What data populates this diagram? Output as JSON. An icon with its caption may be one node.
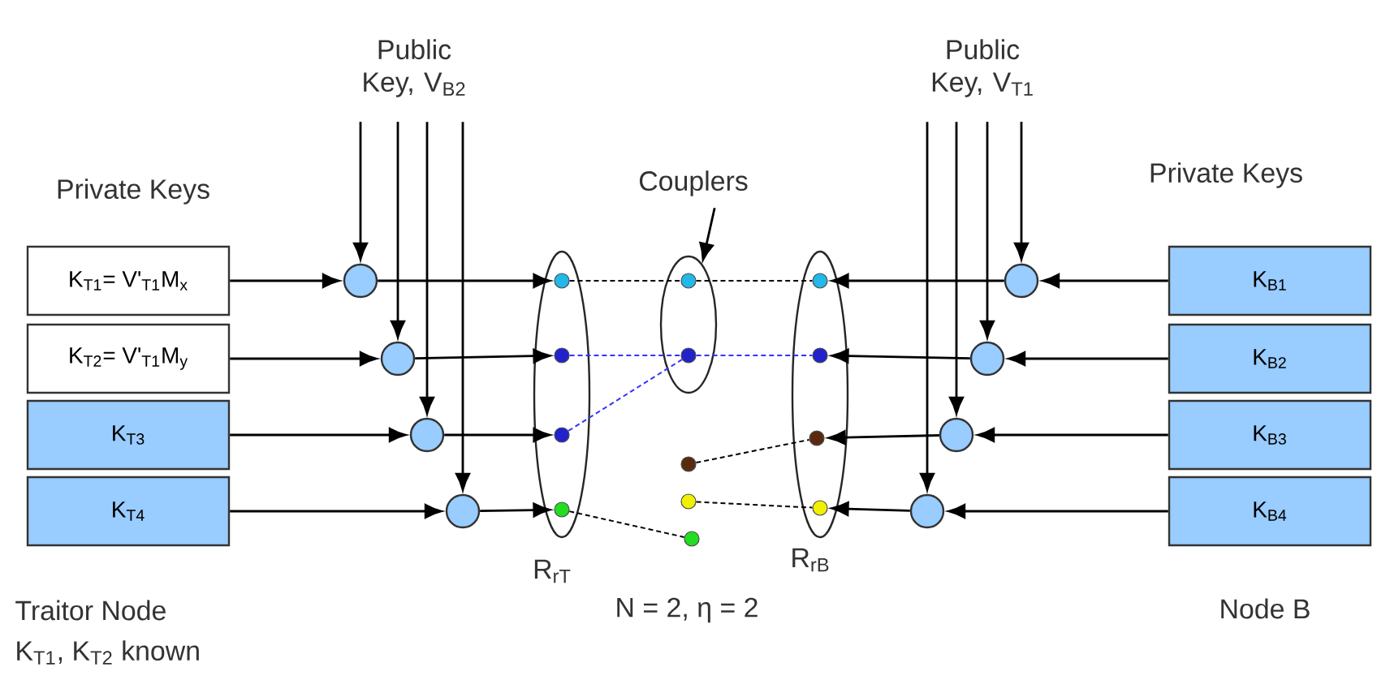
{
  "diagram": {
    "nodes": [
      {
        "text": [
          "Public Key, V$_{B2}$"
        ]
      },
      {
        "text": [
          "Public Key, V$_{T1}$"
        ]
      },
      {
        "text": [
          "Couplers"
        ]
      },
      {
        "text": [
          "K$_{T1}$= V'$_{T1}$M$_{x}$"
        ]
      },
      {
        "text": [
          "K$_{T2}$= V'$_{T1}$M$_{y}$"
        ]
      },
      {
        "text": [
          "K$_{T3}$"
        ]
      },
      {
        "text": [
          "K$_{T4}$"
        ]
      },
      {
        "text": [
          "K$_{B1}$"
        ]
      },
      {
        "text": [
          "K$_{B2}$"
        ]
      },
      {
        "text": [
          "K$_{B3}$"
        ]
      },
      {
        "text": [
          "K$_{B4}$"
        ]
      },
      {
        "text": [],
        "shape": "circle"
      },
      {
        "text": [],
        "shape": "circle"
      },
      {
        "text": [],
        "shape": "circle"
      },
      {
        "text": [],
        "shape": "circle"
      },
      {
        "text": [],
        "shape": "circle"
      },
      {
        "text": [],
        "shape": "circle"
      },
      {
        "text": [],
        "shape": "circle"
      },
      {
        "text": [],
        "shape": "circle"
      },
      {
        "text": [
          "R$_{rT}$"
        ]
      },
      {
        "text": [],
        "shape": "circle",
        "in": 19
      },
      {
        "text": [],
        "shape": "circle",
        "in": 19
      },
      {
        "text": [],
        "shape": "circle",
        "in": 19
      },
      {
        "text": [],
        "shape": "circle",
        "in": 19
      },
      {
        "text": [],
        "shape": "ellipse"
      },
      {
        "text": [],
        "shape": "circle",
        "in": 24
      },
      {
        "text": [],
        "shape": "circle",
        "in": 24
      },
      {
        "text": [],
        "shape": "circle"
      },
      {
        "text": [],
        "shape": "circle"
      },
      {
        "text": [],
        "shape": "circle"
      },
      {
        "text": [
          "R$_{rB}$"
        ]
      },
      {
        "text": [],
        "shape": "circle",
        "in": 30
      },
      {
        "text": [],
        "shape": "circle",
        "in": 30
      },
      {
        "text": [],
        "shape": "circle",
        "in": 30
      },
      {
        "text": [],
        "shape": "circle",
        "in": 30
      }
    ],
    "edges": [
      {
        "from": 3,
        "to": 11,
        "arrow": "to"
      },
      {
        "from": 4,
        "to": 12,
        "arrow": "to"
      },
      {
        "from": 5,
        "to": 13,
        "arrow": "to"
      },
      {
        "from": 6,
        "to": 14,
        "arrow": "to"
      },
      {
        "from": 0,
        "to": 11,
        "arrow": "to"
      },
      {
        "from": 0,
        "to": 12,
        "arrow": "to"
      },
      {
        "from": 0,
        "to": 13,
        "arrow": "to"
      },
      {
        "from": 0,
        "to": 14,
        "arrow": "to"
      },
      {
        "from": 11,
        "to": 20,
        "arrow": "to"
      },
      {
        "from": 12,
        "to": 21,
        "arrow": "to"
      },
      {
        "from": 13,
        "to": 22,
        "arrow": "to"
      },
      {
        "from": 14,
        "to": 23,
        "arrow": "to"
      },
      {
        "from": 7,
        "to": 15,
        "arrow": "to"
      },
      {
        "from": 8,
        "to": 16,
        "arrow": "to"
      },
      {
        "from": 9,
        "to": 17,
        "arrow": "to"
      },
      {
        "from": 10,
        "to": 18,
        "arrow": "to"
      },
      {
        "from": 1,
        "to": 15,
        "arrow": "to"
      },
      {
        "from": 1,
        "to": 16,
        "arrow": "to"
      },
      {
        "from": 1,
        "to": 17,
        "arrow": "to"
      },
      {
        "from": 1,
        "to": 18,
        "arrow": "to"
      },
      {
        "from": 15,
        "to": 31,
        "arrow": "to"
      },
      {
        "from": 16,
        "to": 32,
        "arrow": "to"
      },
      {
        "from": 17,
        "to": 33,
        "arrow": "to"
      },
      {
        "from": 18,
        "to": 34,
        "arrow": "to"
      },
      {
        "from": 20,
        "to": 25,
        "arrow": "none",
        "style": "dashed"
      },
      {
        "from": 25,
        "to": 31,
        "arrow": "none",
        "style": "dashed"
      },
      {
        "from": 21,
        "to": 26,
        "arrow": "none",
        "style": "dashed",
        "color": "#3333ff"
      },
      {
        "from": 22,
        "to": 26,
        "arrow": "none",
        "style": "dashed",
        "color": "#3333ff"
      },
      {
        "from": 26,
        "to": 32,
        "arrow": "none",
        "style": "dashed",
        "color": "#3333ff"
      },
      {
        "from": 23,
        "to": 29,
        "arrow": "none",
        "style": "dashed"
      },
      {
        "from": 27,
        "to": 33,
        "arrow": "none",
        "style": "dashed"
      },
      {
        "from": 28,
        "to": 34,
        "arrow": "none",
        "style": "dashed"
      },
      {
        "from": 2,
        "to": 24,
        "arrow": "to"
      }
    ],
    "labels": [
      "Private Keys",
      "Private Keys",
      "Traitor Node",
      "K$_{T1}$, K$_{T2}$ known",
      "N = 2, η = 2",
      "Node B"
    ]
  }
}
